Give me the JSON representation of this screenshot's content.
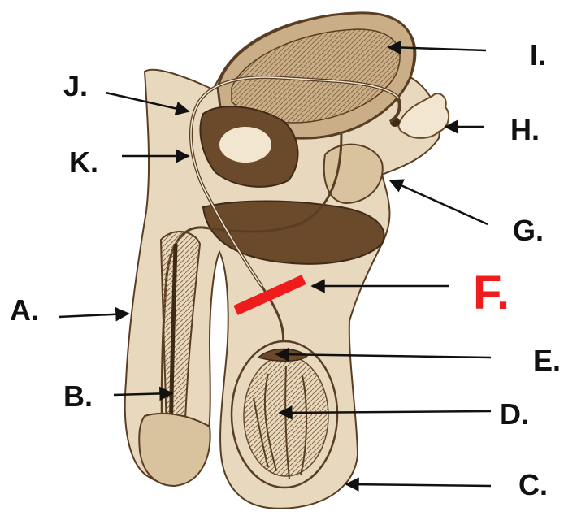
{
  "colors": {
    "tissue_fill": "#e8d9be",
    "tissue_outline": "#5a3e24",
    "dark_tissue": "#6b4a2b",
    "label_text": "#111111",
    "highlight_red": "#ee1c1c",
    "arrow": "#111111"
  },
  "labels": {
    "A": "A.",
    "B": "B.",
    "C": "C.",
    "D": "D.",
    "E": "E.",
    "F": "F.",
    "G": "G.",
    "H": "H.",
    "I": "I.",
    "J": "J.",
    "K": "K."
  },
  "highlight": {
    "label": "F",
    "color": "#ee1c1c"
  }
}
